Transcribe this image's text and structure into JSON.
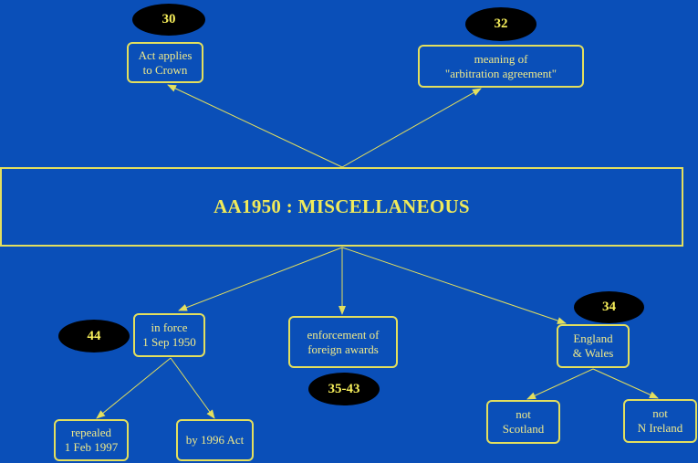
{
  "title": "AA1950 : MISCELLANEOUS",
  "nodes": {
    "act_applies": {
      "lines": [
        "Act applies",
        "to Crown"
      ],
      "badge": "30"
    },
    "meaning": {
      "lines": [
        "meaning of",
        "\"arbitration agreement\""
      ],
      "badge": "32"
    },
    "in_force": {
      "lines": [
        "in force",
        "1 Sep 1950"
      ],
      "badge": "44"
    },
    "enforcement": {
      "lines": [
        "enforcement of",
        "foreign awards"
      ],
      "badge": "35-43"
    },
    "england": {
      "lines": [
        "England",
        "& Wales"
      ],
      "badge": "34"
    },
    "repealed": {
      "lines": [
        "repealed",
        "1 Feb 1997"
      ]
    },
    "by_1996": {
      "lines": [
        "by 1996 Act"
      ]
    },
    "not_scotland": {
      "lines": [
        "not",
        "Scotland"
      ]
    },
    "not_ni": {
      "lines": [
        "not",
        "N Ireland"
      ]
    }
  },
  "colors": {
    "background": "#0a4fb8",
    "border": "#e3df5e",
    "text": "#f0ea8a",
    "badge": "#000000",
    "badge_text": "#f7ef5a"
  }
}
